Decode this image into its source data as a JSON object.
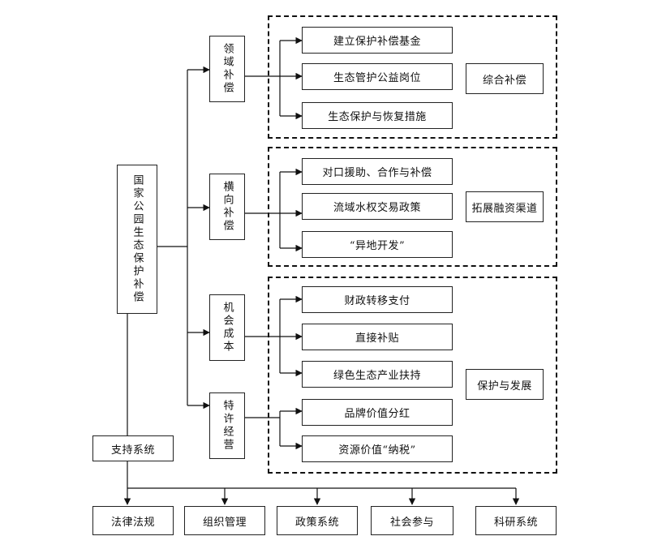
{
  "root": {
    "label": "国家公园生态保护补偿"
  },
  "categories": [
    {
      "label": "领域补偿"
    },
    {
      "label": "横向补偿"
    },
    {
      "label": "机会成本"
    },
    {
      "label": "特许经营"
    }
  ],
  "measures": [
    {
      "label": "建立保护补偿基金"
    },
    {
      "label": "生态管护公益岗位"
    },
    {
      "label": "生态保护与恢复措施"
    },
    {
      "label": "对口援助、合作与补偿"
    },
    {
      "label": "流域水权交易政策"
    },
    {
      "label": "“异地开发”"
    },
    {
      "label": "财政转移支付"
    },
    {
      "label": "直接补贴"
    },
    {
      "label": "绿色生态产业扶持"
    },
    {
      "label": "品牌价值分红"
    },
    {
      "label": "资源价值“纳税”"
    }
  ],
  "groups": [
    {
      "label": "综合补偿"
    },
    {
      "label": "拓展融资渠道"
    },
    {
      "label": "保护与发展"
    }
  ],
  "support": {
    "label": "支持系统",
    "items": [
      {
        "label": "法律法规"
      },
      {
        "label": "组织管理"
      },
      {
        "label": "政策系统"
      },
      {
        "label": "社会参与"
      },
      {
        "label": "科研系统"
      }
    ]
  }
}
